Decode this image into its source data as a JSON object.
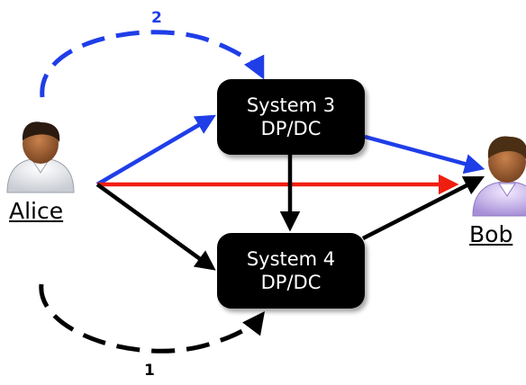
{
  "nodes": {
    "system3": {
      "line1": "System 3",
      "line2": "DP/DC"
    },
    "system4": {
      "line1": "System 4",
      "line2": "DP/DC"
    }
  },
  "actors": {
    "alice": "Alice",
    "bob": "Bob"
  },
  "steps": {
    "step1": "1",
    "step2": "2"
  },
  "colors": {
    "blue_path": "#1f3ee8",
    "red_path": "#f01e10",
    "black_path": "#000000"
  }
}
